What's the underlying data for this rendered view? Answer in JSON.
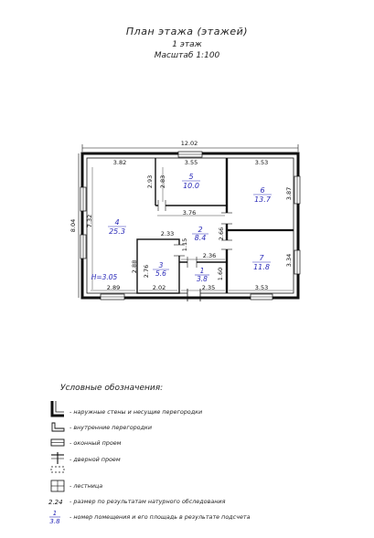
{
  "header": {
    "title": "План этажа (этажей)",
    "floor": "1 этаж",
    "scale": "Масштаб 1:100"
  },
  "plan": {
    "overall_width": "12.02",
    "overall_height": "8.04",
    "height_label": "H=3.05",
    "rooms": [
      {
        "id": "room-4",
        "number": "4",
        "area": "25.3"
      },
      {
        "id": "room-5",
        "number": "5",
        "area": "10.0"
      },
      {
        "id": "room-6",
        "number": "6",
        "area": "13.7"
      },
      {
        "id": "room-2",
        "number": "2",
        "area": "8.4"
      },
      {
        "id": "room-3",
        "number": "3",
        "area": "5.6"
      },
      {
        "id": "room-1",
        "number": "1",
        "area": "3.8"
      },
      {
        "id": "room-7",
        "number": "7",
        "area": "11.8"
      }
    ],
    "dimensions": {
      "d382": "3.82",
      "d355": "3.55",
      "d353a": "3.53",
      "d293a": "2.93",
      "d283": "2.83",
      "d387": "3.87",
      "d376": "3.76",
      "d732": "7.32",
      "d233": "2.33",
      "d266": "2.66",
      "d115": "1.15",
      "d236": "2.36",
      "d334": "3.34",
      "d288": "2.88",
      "d276": "2.76",
      "d160": "1.60",
      "d289": "2.89",
      "d202": "2.02",
      "d235": "2.35",
      "d353b": "3.53"
    }
  },
  "legend": {
    "title": "Условные обозначения:",
    "items": [
      {
        "text": "- наружные стены и несущие перегородки"
      },
      {
        "text": "- внутренние перегородки"
      },
      {
        "text": "- оконный проем"
      },
      {
        "text": "- дверной проем"
      },
      {
        "text": "- лестница"
      },
      {
        "sample": "2.24",
        "text": "- размер по результатам натурного обследования"
      },
      {
        "sample_number": "1",
        "sample_area": "3.8",
        "text": "- номер помещения и его площадь в результате подсчета"
      }
    ]
  }
}
